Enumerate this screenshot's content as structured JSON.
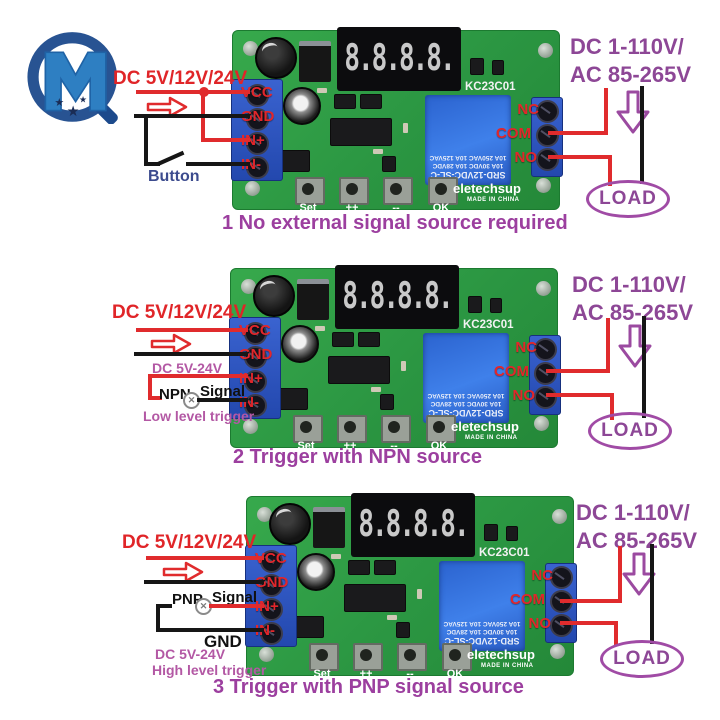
{
  "logo": {
    "letters": "MQ"
  },
  "colors": {
    "red": "#e02528",
    "caption_purple": "#9c3f9f",
    "violet": "#8d4796",
    "mauve": "#b358a4",
    "pcb_green": "#2f9d44",
    "terminal_blue": "#2b55c4",
    "relay_blue": "#3470df",
    "navy": "#3c4b8e"
  },
  "board": {
    "model": "KC23C01",
    "brand": "eletechsup",
    "origin": "MADE IN CHINA",
    "display": "8.8.8.8.",
    "relay_line1": "SRD-12VDC-SL-C",
    "relay_line2": "10A 30VDC 10A 28VDC",
    "relay_line3": "10A 250VAC 10A 125VAC",
    "terminals_left": [
      "VCC",
      "GND",
      "IN+",
      "IN-"
    ],
    "terminals_right": [
      "NC",
      "COM",
      "NO"
    ],
    "buttons": [
      "Set",
      "++",
      "--",
      "OK"
    ]
  },
  "labels": {
    "supply_dc": "DC 5V/12V/24V",
    "out_line1": "DC 1-110V/",
    "out_line2": "AC 85-265V",
    "load": "LOAD",
    "button": "Button",
    "signal_range": "DC 5V-24V",
    "npn": "NPN",
    "pnp": "PNP",
    "signal": "Signal",
    "low_trigger": "Low level trigger",
    "high_trigger": "High level trigger",
    "gnd": "GND",
    "cross": "✕"
  },
  "captions": [
    "1 No external signal source required",
    "2 Trigger with NPN source",
    "3 Trigger with PNP signal source"
  ]
}
